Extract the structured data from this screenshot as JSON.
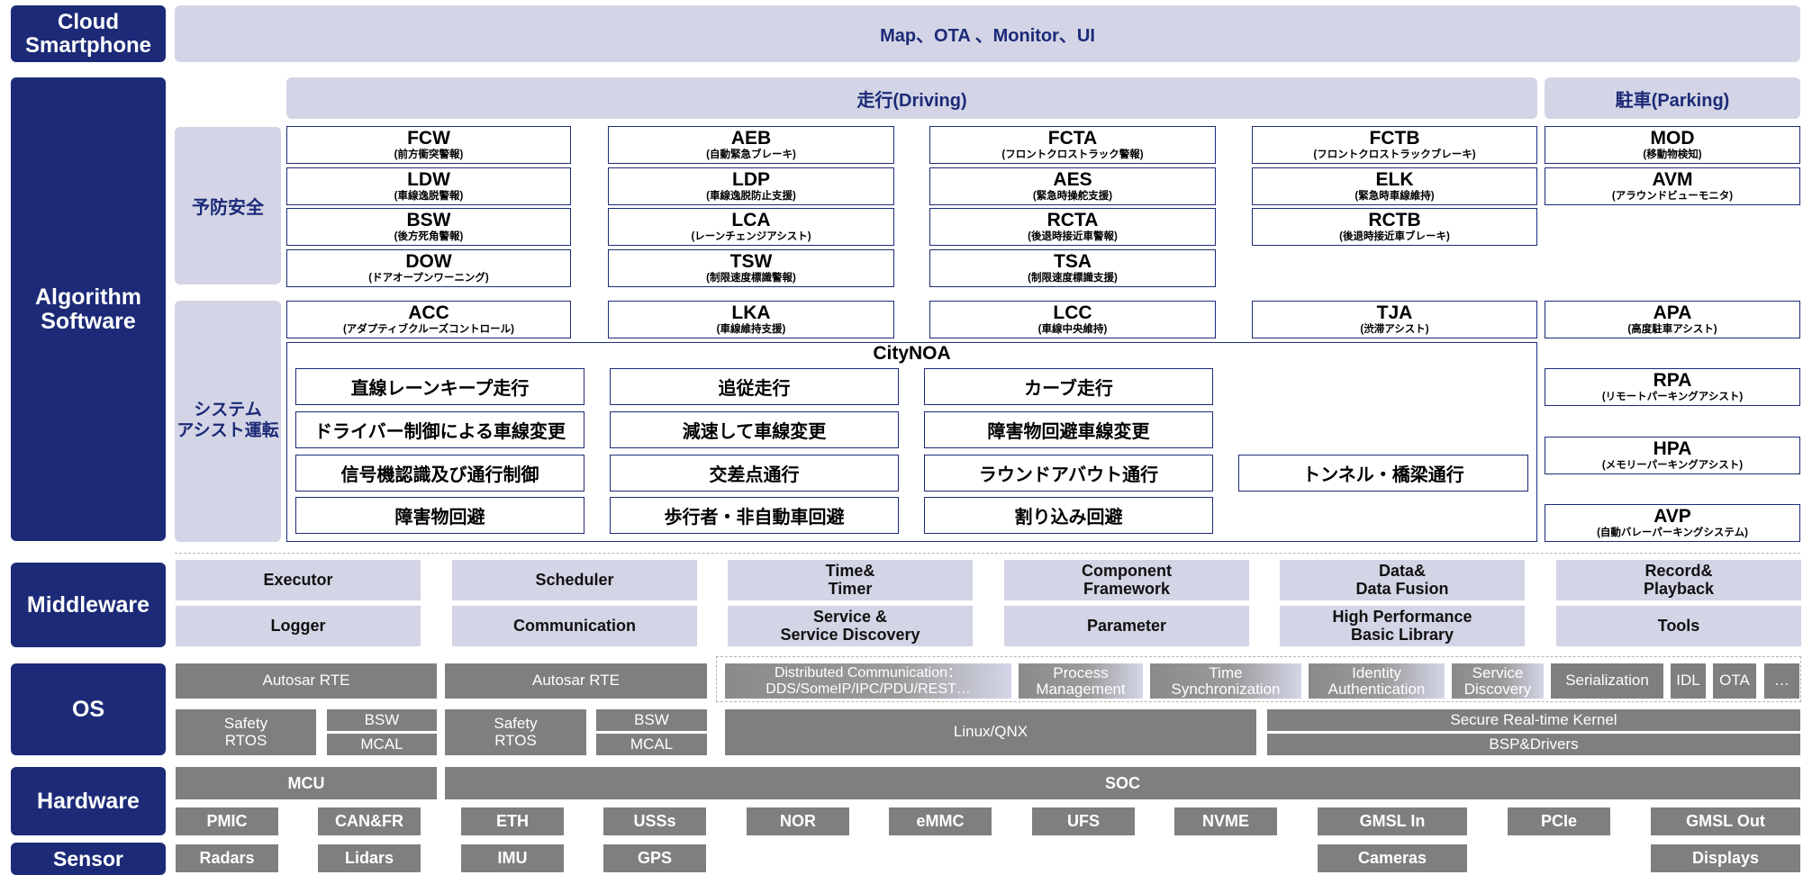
{
  "layers": {
    "cloud": "Cloud\nSmartphone",
    "algorithm": "Algorithm\nSoftware",
    "middleware": "Middleware",
    "os": "OS",
    "hardware": "Hardware",
    "sensor": "Sensor"
  },
  "cloud_band": "Map、OTA 、Monitor、UI",
  "driving_header": "走行(Driving)",
  "parking_header": "駐車(Parking)",
  "categories": {
    "safety": "予防安全",
    "assist": "システム\nアシスト運転"
  },
  "safety_features": [
    {
      "code": "FCW",
      "desc": "(前方衝突警報)"
    },
    {
      "code": "AEB",
      "desc": "(自動緊急ブレーキ)"
    },
    {
      "code": "FCTA",
      "desc": "(フロントクロストラック警報)"
    },
    {
      "code": "FCTB",
      "desc": "(フロントクロストラックブレーキ)"
    },
    {
      "code": "MOD",
      "desc": "(移動物検知)"
    },
    {
      "code": "LDW",
      "desc": "(車線逸脱警報)"
    },
    {
      "code": "LDP",
      "desc": "(車線逸脱防止支援)"
    },
    {
      "code": "AES",
      "desc": "(緊急時操舵支援)"
    },
    {
      "code": "ELK",
      "desc": "(緊急時車線維持)"
    },
    {
      "code": "AVM",
      "desc": "(アラウンドビューモニタ)"
    },
    {
      "code": "BSW",
      "desc": "(後方死角警報)"
    },
    {
      "code": "LCA",
      "desc": "(レーンチェンジアシスト)"
    },
    {
      "code": "RCTA",
      "desc": "(後退時接近車警報)"
    },
    {
      "code": "RCTB",
      "desc": "(後退時接近車ブレーキ)"
    },
    {
      "code": "DOW",
      "desc": "(ドアオープンワーニング)"
    },
    {
      "code": "TSW",
      "desc": "(制限速度標識警報)"
    },
    {
      "code": "TSA",
      "desc": "(制限速度標識支援)"
    }
  ],
  "assist_features": [
    {
      "code": "ACC",
      "desc": "(アダプティブクルーズコントロール)"
    },
    {
      "code": "LKA",
      "desc": "(車線維持支援)"
    },
    {
      "code": "LCC",
      "desc": "(車線中央維持)"
    },
    {
      "code": "TJA",
      "desc": "(渋滞アシスト)"
    },
    {
      "code": "APA",
      "desc": "(高度駐車アシスト)"
    }
  ],
  "parking_features": [
    {
      "code": "RPA",
      "desc": "(リモートパーキングアシスト)"
    },
    {
      "code": "HPA",
      "desc": "(メモリーパーキングアシスト)"
    },
    {
      "code": "AVP",
      "desc": "(自動バレーパーキングシステム)"
    }
  ],
  "citynoa": {
    "title": "CityNOA",
    "items": [
      "直線レーンキープ走行",
      "追従走行",
      "カーブ走行",
      "ドライバー制御による車線変更",
      "減速して車線変更",
      "障害物回避車線変更",
      "信号機認識及び通行制御",
      "交差点通行",
      "ラウンドアバウト通行",
      "トンネル・橋梁通行",
      "障害物回避",
      "歩行者・非自動車回避",
      "割り込み回避"
    ]
  },
  "middleware": [
    "Executor",
    "Scheduler",
    "Time&\nTimer",
    "Component\nFramework",
    "Data&\nData Fusion",
    "Record&\nPlayback",
    "Logger",
    "Communication",
    "Service &\nService Discovery",
    "Parameter",
    "High Performance\nBasic Library",
    "Tools"
  ],
  "os": {
    "autosar_rte": [
      "Autosar RTE",
      "Autosar RTE"
    ],
    "safety_rtos": [
      "Safety\nRTOS",
      "Safety\nRTOS"
    ],
    "bsw": [
      "BSW",
      "BSW"
    ],
    "mcal": [
      "MCAL",
      "MCAL"
    ],
    "services": [
      "Distributed Communication：\nDDS/SomeIP/IPC/PDU/REST…",
      "Process\nManagement",
      "Time\nSynchronization",
      "Identity\nAuthentication",
      "Service\nDiscovery",
      "Serialization",
      "IDL",
      "OTA",
      "…"
    ],
    "linux_qnx": "Linux/QNX",
    "secure_kernel": "Secure Real-time Kernel",
    "bsp": "BSP&Drivers"
  },
  "hardware": {
    "mcu": "MCU",
    "soc": "SOC",
    "chips": [
      "PMIC",
      "CAN&FR",
      "ETH",
      "USSs",
      "NOR",
      "eMMC",
      "UFS",
      "NVME",
      "GMSL In",
      "PCIe",
      "GMSL Out"
    ]
  },
  "sensors": [
    "Radars",
    "Lidars",
    "IMU",
    "GPS",
    "Cameras",
    "Displays"
  ]
}
